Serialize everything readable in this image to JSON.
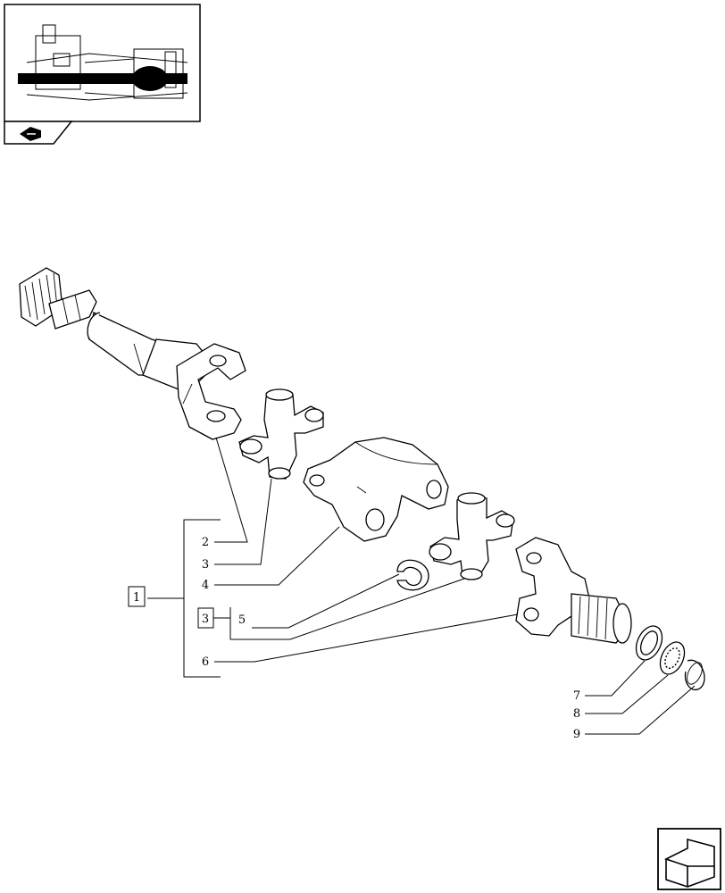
{
  "thumbnail": {
    "label": "assembly location thumbnail"
  },
  "nav": {
    "prev_icon": "arrow-left-icon",
    "next_icon": "arrow-next-icon"
  },
  "callouts": {
    "assembly": "1",
    "kit": "3",
    "c2": "2",
    "c3": "3",
    "c4": "4",
    "c5": "5",
    "c6": "6",
    "c7": "7",
    "c8": "8",
    "c9": "9"
  }
}
